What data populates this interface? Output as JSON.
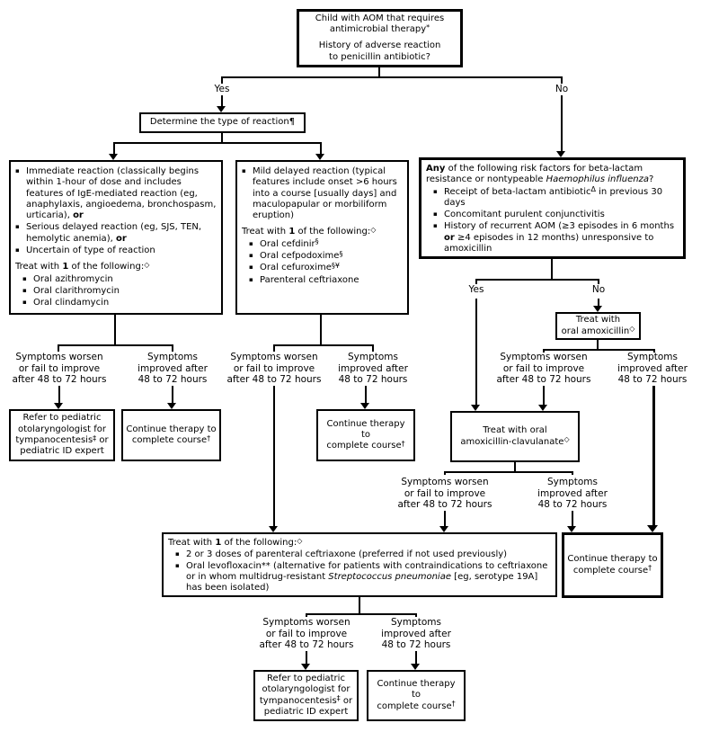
{
  "bullet_char": "▪",
  "labels": {
    "yes": "Yes",
    "no": "No",
    "worsen": "Symptoms worsen\nor fail to improve\nafter 48 to 72 hours",
    "improved": "Symptoms\nimproved after\n48 to 72 hours"
  },
  "nodes": {
    "start": {
      "paras": [
        {
          "s": "c",
          "r": [
            {
              "t": "Child with AOM that requires"
            }
          ]
        },
        {
          "s": "c",
          "r": [
            {
              "t": "antimicrobial therapy"
            },
            {
              "t": "*",
              "sup": 1
            }
          ]
        },
        {},
        {
          "s": "c",
          "r": [
            {
              "t": "History of adverse reaction"
            }
          ]
        },
        {
          "s": "c",
          "r": [
            {
              "t": "to penicillin antibiotic?"
            }
          ]
        }
      ]
    },
    "determine": {
      "paras": [
        {
          "s": "c",
          "r": [
            {
              "t": "Determine the type of reaction"
            },
            {
              "t": "¶"
            }
          ]
        }
      ]
    },
    "immediate": {
      "paras": [
        {
          "s": "b1",
          "r": [
            {
              "t": "Immediate reaction (classically begins within 1-hour of dose and includes features of IgE-mediated reaction (eg, anaphylaxis, angioedema, bronchospasm, urticaria), "
            },
            {
              "t": "or",
              "b": 1
            }
          ]
        },
        {
          "s": "b1",
          "r": [
            {
              "t": "Serious delayed reaction (eg, SJS, TEN, hemolytic anemia), "
            },
            {
              "t": "or",
              "b": 1
            }
          ]
        },
        {
          "s": "b1",
          "r": [
            {
              "t": "Uncertain of type of reaction"
            }
          ]
        },
        {},
        {
          "s": "t",
          "r": [
            {
              "t": "Treat with "
            },
            {
              "t": "1",
              "b": 1
            },
            {
              "t": " of the following:"
            },
            {
              "t": "◇",
              "sup": 1
            }
          ]
        },
        {
          "s": "b2",
          "r": [
            {
              "t": "Oral azithromycin"
            }
          ]
        },
        {
          "s": "b2",
          "r": [
            {
              "t": "Oral clarithromycin"
            }
          ]
        },
        {
          "s": "b2",
          "r": [
            {
              "t": "Oral clindamycin"
            }
          ]
        }
      ]
    },
    "mild": {
      "paras": [
        {
          "s": "b1",
          "r": [
            {
              "t": "Mild delayed reaction (typical features include onset >6 hours into a course [usually days] and maculopapular or morbiliform eruption)"
            }
          ]
        },
        {},
        {
          "s": "t",
          "r": [
            {
              "t": "Treat with "
            },
            {
              "t": "1",
              "b": 1
            },
            {
              "t": " of the following:"
            },
            {
              "t": "◇",
              "sup": 1
            }
          ]
        },
        {
          "s": "b2",
          "r": [
            {
              "t": "Oral cefdinir"
            },
            {
              "t": "§",
              "sup": 1
            }
          ]
        },
        {
          "s": "b2",
          "r": [
            {
              "t": "Oral cefpodoxime"
            },
            {
              "t": "§",
              "sup": 1
            }
          ]
        },
        {
          "s": "b2",
          "r": [
            {
              "t": "Oral cefuroxime"
            },
            {
              "t": "§¥",
              "sup": 1
            }
          ]
        },
        {
          "s": "b2",
          "r": [
            {
              "t": "Parenteral ceftriaxone"
            }
          ]
        }
      ]
    },
    "risk": {
      "paras": [
        {
          "s": "t",
          "r": [
            {
              "t": "Any",
              "b": 1
            },
            {
              "t": " of the following risk factors for beta-lactam resistance or nontypeable "
            },
            {
              "t": "Haemophilus influenza",
              "i": 1
            },
            {
              "t": "?"
            }
          ]
        },
        {
          "s": "b2",
          "r": [
            {
              "t": "Receipt of beta-lactam antibiotic"
            },
            {
              "t": "Δ",
              "sup": 1
            },
            {
              "t": " in previous 30 days"
            }
          ]
        },
        {
          "s": "b2",
          "r": [
            {
              "t": "Concomitant purulent conjunctivitis"
            }
          ]
        },
        {
          "s": "b2",
          "r": [
            {
              "t": "History of recurrent AOM (≥3 episodes in 6 months "
            },
            {
              "t": "or",
              "b": 1
            },
            {
              "t": " ≥4 episodes in 12 months) unresponsive to amoxicillin"
            }
          ]
        }
      ]
    },
    "amoxicillin": {
      "paras": [
        {
          "s": "c",
          "r": [
            {
              "t": "Treat with"
            }
          ]
        },
        {
          "s": "c",
          "r": [
            {
              "t": "oral amoxicillin"
            },
            {
              "t": "◇",
              "sup": 1
            }
          ]
        }
      ]
    },
    "amoxclav": {
      "paras": [
        {
          "s": "c",
          "r": [
            {
              "t": "Treat with oral"
            }
          ]
        },
        {
          "s": "c",
          "r": [
            {
              "t": "amoxicillin-clavulanate"
            },
            {
              "t": "◇",
              "sup": 1
            }
          ]
        }
      ]
    },
    "bigtreat": {
      "paras": [
        {
          "s": "t",
          "r": [
            {
              "t": "Treat with "
            },
            {
              "t": "1",
              "b": 1
            },
            {
              "t": " of the following:"
            },
            {
              "t": "◇",
              "sup": 1
            }
          ]
        },
        {
          "s": "b2",
          "r": [
            {
              "t": "2 or 3 doses of parenteral ceftriaxone (preferred if not used previously)"
            }
          ]
        },
        {
          "s": "b2",
          "r": [
            {
              "t": "Oral levofloxacin** (alternative for patients with contraindications to ceftriaxone or in whom multidrug-resistant "
            },
            {
              "t": "Streptococcus pneumoniae",
              "i": 1
            },
            {
              "t": " [eg, serotype 19A] has been isolated)"
            }
          ]
        }
      ]
    },
    "refer": {
      "paras": [
        {
          "s": "c",
          "r": [
            {
              "t": "Refer to pediatric"
            }
          ]
        },
        {
          "s": "c",
          "r": [
            {
              "t": "otolaryngologist for"
            }
          ]
        },
        {
          "s": "c",
          "r": [
            {
              "t": "tympanocentesis"
            },
            {
              "t": "‡",
              "sup": 1
            },
            {
              "t": " or"
            }
          ]
        },
        {
          "s": "c",
          "r": [
            {
              "t": "pediatric ID expert"
            }
          ]
        }
      ]
    },
    "continue": {
      "paras": [
        {
          "s": "c",
          "r": [
            {
              "t": "Continue therapy to"
            }
          ]
        },
        {
          "s": "c",
          "r": [
            {
              "t": "complete course"
            },
            {
              "t": "†",
              "sup": 1
            }
          ]
        }
      ]
    }
  }
}
